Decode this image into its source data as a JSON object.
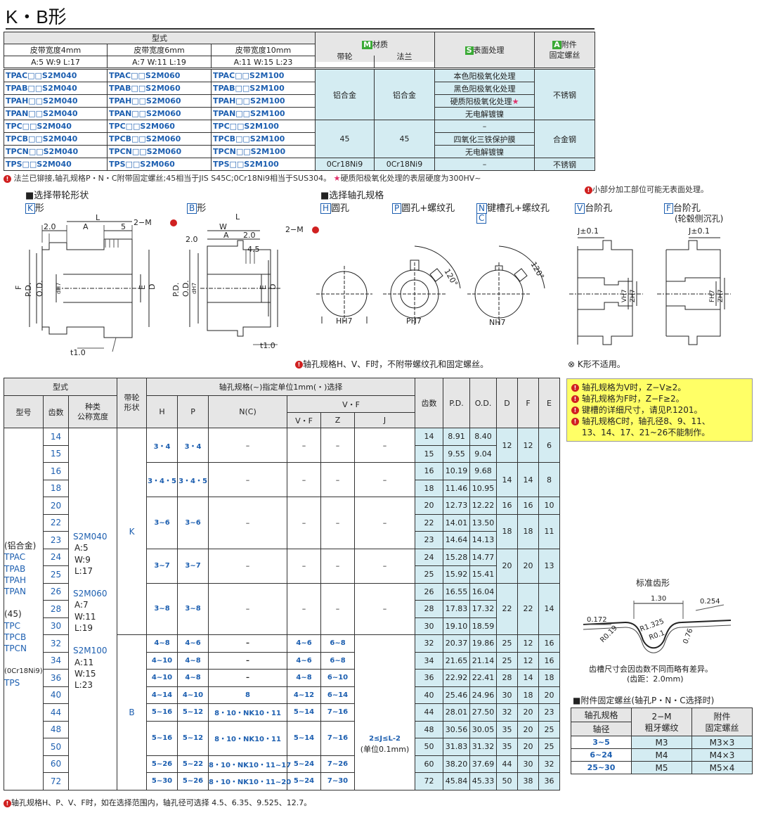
{
  "title": "K・B形",
  "top": {
    "h_type": "型式",
    "h_material": "材质",
    "h_surface": "表面处理",
    "h_accessory": "附件",
    "h_fixscrew": "固定螺丝",
    "badge_m": "M",
    "badge_s": "S",
    "badge_a": "A",
    "w4": "皮带宽度4mm",
    "w6": "皮带宽度6mm",
    "w10": "皮带宽度10mm",
    "d4": "A:5  W:9  L:17",
    "d6": "A:7  W:11  L:19",
    "d10": "A:11  W:15  L:23",
    "pulley": "带轮",
    "flange": "法兰",
    "rows": [
      [
        "TPAC□□S2M040",
        "TPAC□□S2M060",
        "TPAC□□S2M100"
      ],
      [
        "TPAB□□S2M040",
        "TPAB□□S2M060",
        "TPAB□□S2M100"
      ],
      [
        "TPAH□□S2M040",
        "TPAH□□S2M060",
        "TPAH□□S2M100"
      ],
      [
        "TPAN□□S2M040",
        "TPAN□□S2M060",
        "TPAN□□S2M100"
      ],
      [
        "TPC□□S2M040",
        "TPC□□S2M060",
        "TPC□□S2M100"
      ],
      [
        "TPCB□□S2M040",
        "TPCB□□S2M060",
        "TPCB□□S2M100"
      ],
      [
        "TPCN□□S2M040",
        "TPCN□□S2M060",
        "TPCN□□S2M100"
      ],
      [
        "TPS□□S2M040",
        "TPS□□S2M060",
        "TPS□□S2M100"
      ]
    ],
    "mat_al": "铝合金",
    "mat_45": "45",
    "mat_ss": "0Cr18Ni9",
    "surf": [
      "本色阳极氧化处理",
      "黑色阳极氧化处理",
      "硬质阳极氧化处理",
      "无电解镀镍",
      "–",
      "四氧化三铁保护膜",
      "无电解镀镍",
      "–"
    ],
    "acc_ss": "不锈钢",
    "acc_alloy": "合金钢",
    "acc_last": "不锈钢"
  },
  "notes": {
    "n1": "法兰已铆接,轴孔规格P・N・C附带固定螺丝;45相当于JIS S45C;0Cr18Ni9相当于SUS304。",
    "n1b": "硬质阳极氧化处理的表层硬度为300HV~",
    "n2": "小部分加工部位可能无表面处理。"
  },
  "shape": {
    "title": "■选择带轮形状",
    "k": "K",
    "k_label": "形",
    "b": "B",
    "b_label": "形"
  },
  "bore": {
    "title": "■选择轴孔规格",
    "h": "H",
    "h_label": "圆孔",
    "p": "P",
    "p_label": "圆孔+螺纹孔",
    "n": "N",
    "n_label": "键槽孔+螺纹孔",
    "c": "C",
    "v": "V",
    "v_label": "台阶孔",
    "f": "F",
    "f_label": "台阶孔",
    "f_sub": "(轮毂侧沉孔)"
  },
  "dims": {
    "d2": "2.0",
    "A": "A",
    "L": "L",
    "W": "W",
    "five": "5",
    "m2": "2−M",
    "f": "F",
    "pd": "P.D.",
    "od": "O.D.",
    "dh7": "dH7",
    "e": "E",
    "d": "D",
    "t": "t1.0",
    "d45": "4.5",
    "hh7": "HH7",
    "ph7": "PH7",
    "nh7": "NH7",
    "a120": "120°",
    "j01": "J±0.1",
    "vh7": "VH7",
    "zh7": "ZH7",
    "fh7": "FH7"
  },
  "diag_note1": "轴孔规格H、V、F时，不附带螺纹孔和固定螺丝。",
  "diag_note2": "K形不适用。",
  "main": {
    "h_type": "型式",
    "h_model": "型号",
    "h_teeth": "齿数",
    "h_kind": "种类\n公称宽度",
    "h_shape": "带轮\n形状",
    "h_bore": "轴孔规格(~)指定单位1mm(・)选择",
    "h_H": "H",
    "h_P": "P",
    "h_N": "N(C)",
    "h_VF": "V・F",
    "h_VF2": "V・F",
    "h_Z": "Z",
    "h_J": "J",
    "h_teeth2": "齿数",
    "h_PD": "P.D.",
    "h_OD": "O.D.",
    "h_D": "D",
    "h_F": "F",
    "h_E": "E",
    "model_text": [
      "(铝合金)",
      "TPAC",
      "TPAB",
      "TPAH",
      "TPAN",
      "",
      "(45)",
      "TPC",
      "TPCB",
      "TPCN",
      "",
      "(0Cr18Ni9)",
      "TPS"
    ],
    "kind_text": [
      "S2M040",
      "A:5",
      "W:9",
      "L:17",
      "S2M060",
      "A:7",
      "W:11",
      "L:19",
      "S2M100",
      "A:11",
      "W:15",
      "L:23"
    ],
    "shape_k": "K",
    "shape_b": "B",
    "teeth": [
      "14",
      "15",
      "16",
      "18",
      "20",
      "22",
      "23",
      "24",
      "25",
      "26",
      "28",
      "30",
      "32",
      "34",
      "36",
      "40",
      "44",
      "48",
      "50",
      "60",
      "72"
    ],
    "k_groups": [
      {
        "H": "3・4",
        "P": "3・4",
        "N": "–",
        "VF": "–",
        "Z": "–",
        "J": "–"
      },
      {
        "H": "3・4・5",
        "P": "3・4・5",
        "N": "–",
        "VF": "–",
        "Z": "–",
        "J": "–"
      },
      {
        "H": "3~6",
        "P": "3~6",
        "N": "–",
        "VF": "–",
        "Z": "–",
        "J": "–"
      },
      {
        "H": "3~7",
        "P": "3~7",
        "N": "–",
        "VF": "–",
        "Z": "–",
        "J": "–"
      },
      {
        "H": "3~8",
        "P": "3~8",
        "N": "–",
        "VF": "–",
        "Z": "–",
        "J": "–"
      }
    ],
    "b_rows": [
      {
        "H": "4~8",
        "P": "4~6",
        "N": "–",
        "VF": "4~6",
        "Z": "6~8"
      },
      {
        "H": "4~10",
        "P": "4~8",
        "N": "–",
        "VF": "4~6",
        "Z": "6~8"
      },
      {
        "H": "4~10",
        "P": "4~8",
        "N": "–",
        "VF": "4~8",
        "Z": "6~10"
      },
      {
        "H": "4~14",
        "P": "4~10",
        "N": "8",
        "VF": "4~12",
        "Z": "6~14"
      },
      {
        "H": "5~16",
        "P": "5~12",
        "N": "8・10・NK10・11",
        "VF": "5~14",
        "Z": "7~16"
      },
      {
        "H": "5~16",
        "P": "5~12",
        "N": "8・10・NK10・11",
        "VF": "5~14",
        "Z": "7~16"
      },
      {
        "H": "5~26",
        "P": "5~22",
        "N": "8・10・NK10・11~17",
        "VF": "5~24",
        "Z": "7~26"
      },
      {
        "H": "5~30",
        "P": "5~26",
        "N": "8・10・NK10・11~20",
        "VF": "5~24",
        "Z": "7~30"
      }
    ],
    "j_range": "2≤J≤L-2",
    "j_unit": "(单位0.1mm)",
    "spec": [
      [
        "14",
        "8.91",
        "8.40"
      ],
      [
        "15",
        "9.55",
        "9.04"
      ],
      [
        "16",
        "10.19",
        "9.68"
      ],
      [
        "18",
        "11.46",
        "10.95"
      ],
      [
        "20",
        "12.73",
        "12.22"
      ],
      [
        "22",
        "14.01",
        "13.50"
      ],
      [
        "23",
        "14.64",
        "14.13"
      ],
      [
        "24",
        "15.28",
        "14.77"
      ],
      [
        "25",
        "15.92",
        "15.41"
      ],
      [
        "26",
        "16.55",
        "16.04"
      ],
      [
        "28",
        "17.83",
        "17.32"
      ],
      [
        "30",
        "19.10",
        "18.59"
      ],
      [
        "32",
        "20.37",
        "19.86"
      ],
      [
        "34",
        "21.65",
        "21.14"
      ],
      [
        "36",
        "22.92",
        "22.41"
      ],
      [
        "40",
        "25.46",
        "24.96"
      ],
      [
        "44",
        "28.01",
        "27.50"
      ],
      [
        "48",
        "30.56",
        "30.05"
      ],
      [
        "50",
        "31.83",
        "31.32"
      ],
      [
        "60",
        "38.20",
        "37.69"
      ],
      [
        "72",
        "45.84",
        "45.33"
      ]
    ],
    "dfe_groups": [
      [
        "12",
        "12",
        "6"
      ],
      [
        "14",
        "14",
        "8"
      ],
      [
        "16",
        "16",
        "10"
      ],
      [
        "18",
        "18",
        "11"
      ],
      [
        "20",
        "20",
        "13"
      ],
      [
        "22",
        "22",
        "14"
      ]
    ],
    "dfe_rows": [
      [
        "25",
        "12",
        "16"
      ],
      [
        "25",
        "12",
        "16"
      ],
      [
        "28",
        "14",
        "18"
      ],
      [
        "30",
        "18",
        "20"
      ],
      [
        "32",
        "20",
        "23"
      ],
      [
        "35",
        "20",
        "25"
      ],
      [
        "35",
        "20",
        "25"
      ],
      [
        "44",
        "30",
        "32"
      ],
      [
        "50",
        "38",
        "36"
      ]
    ]
  },
  "footnote": "轴孔规格H、P、V、F时，如在选择范围内，轴孔径可选择 4.5、6.35、9.525、12.7。",
  "yellow": [
    "轴孔规格为V时，Z−V≥2。",
    "轴孔规格为F时，Z−F≥2。",
    "键槽的详细尺寸，请见P.1201。",
    "轴孔规格C时，轴孔径8、9、11、",
    "13、14、17、21~26不能制作。"
  ],
  "tooth": {
    "title": "标准齿形",
    "d130": "1.30",
    "d254": "0.254",
    "d172": "0.172",
    "r1325": "R1.325",
    "r019": "R0.19",
    "r01": "R0.1",
    "d076": "0.76",
    "note1": "齿槽尺寸会因齿数不同而略有差异。",
    "note2": "(齿距：2.0mm)"
  },
  "screw": {
    "title": "■附件固定螺丝(轴孔P・N・C选择时)",
    "h1": "轴孔规格",
    "h1b": "轴径",
    "h2": "2−M",
    "h2b": "粗牙螺纹",
    "h3": "附件",
    "h3b": "固定螺丝",
    "rows": [
      [
        "3~5",
        "M3",
        "M3×3"
      ],
      [
        "6~24",
        "M4",
        "M4×3"
      ],
      [
        "25~30",
        "M5",
        "M5×4"
      ]
    ]
  }
}
